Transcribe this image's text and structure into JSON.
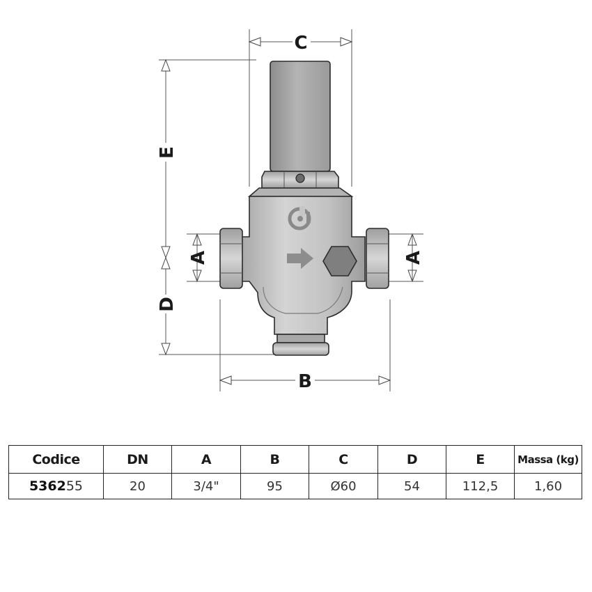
{
  "dimension_labels": {
    "A": "A",
    "B": "B",
    "C": "C",
    "D": "D",
    "E": "E"
  },
  "table": {
    "headers": [
      "Codice",
      "DN",
      "A",
      "B",
      "C",
      "D",
      "E",
      "Massa (kg)"
    ],
    "row": {
      "code_bold": "5362",
      "code_rest": "55",
      "cells": [
        "20",
        "3/4\"",
        "95",
        "Ø60",
        "54",
        "112,5",
        "1,60"
      ]
    }
  },
  "colors": {
    "valve_body": "#c6c6c6",
    "valve_shade": "#9a9a9a",
    "valve_dark": "#7a7a7a",
    "arrow": "#8d8d8d"
  },
  "icons": [
    "brand-logo-icon",
    "flow-direction-arrow-icon",
    "hex-plug-icon"
  ]
}
